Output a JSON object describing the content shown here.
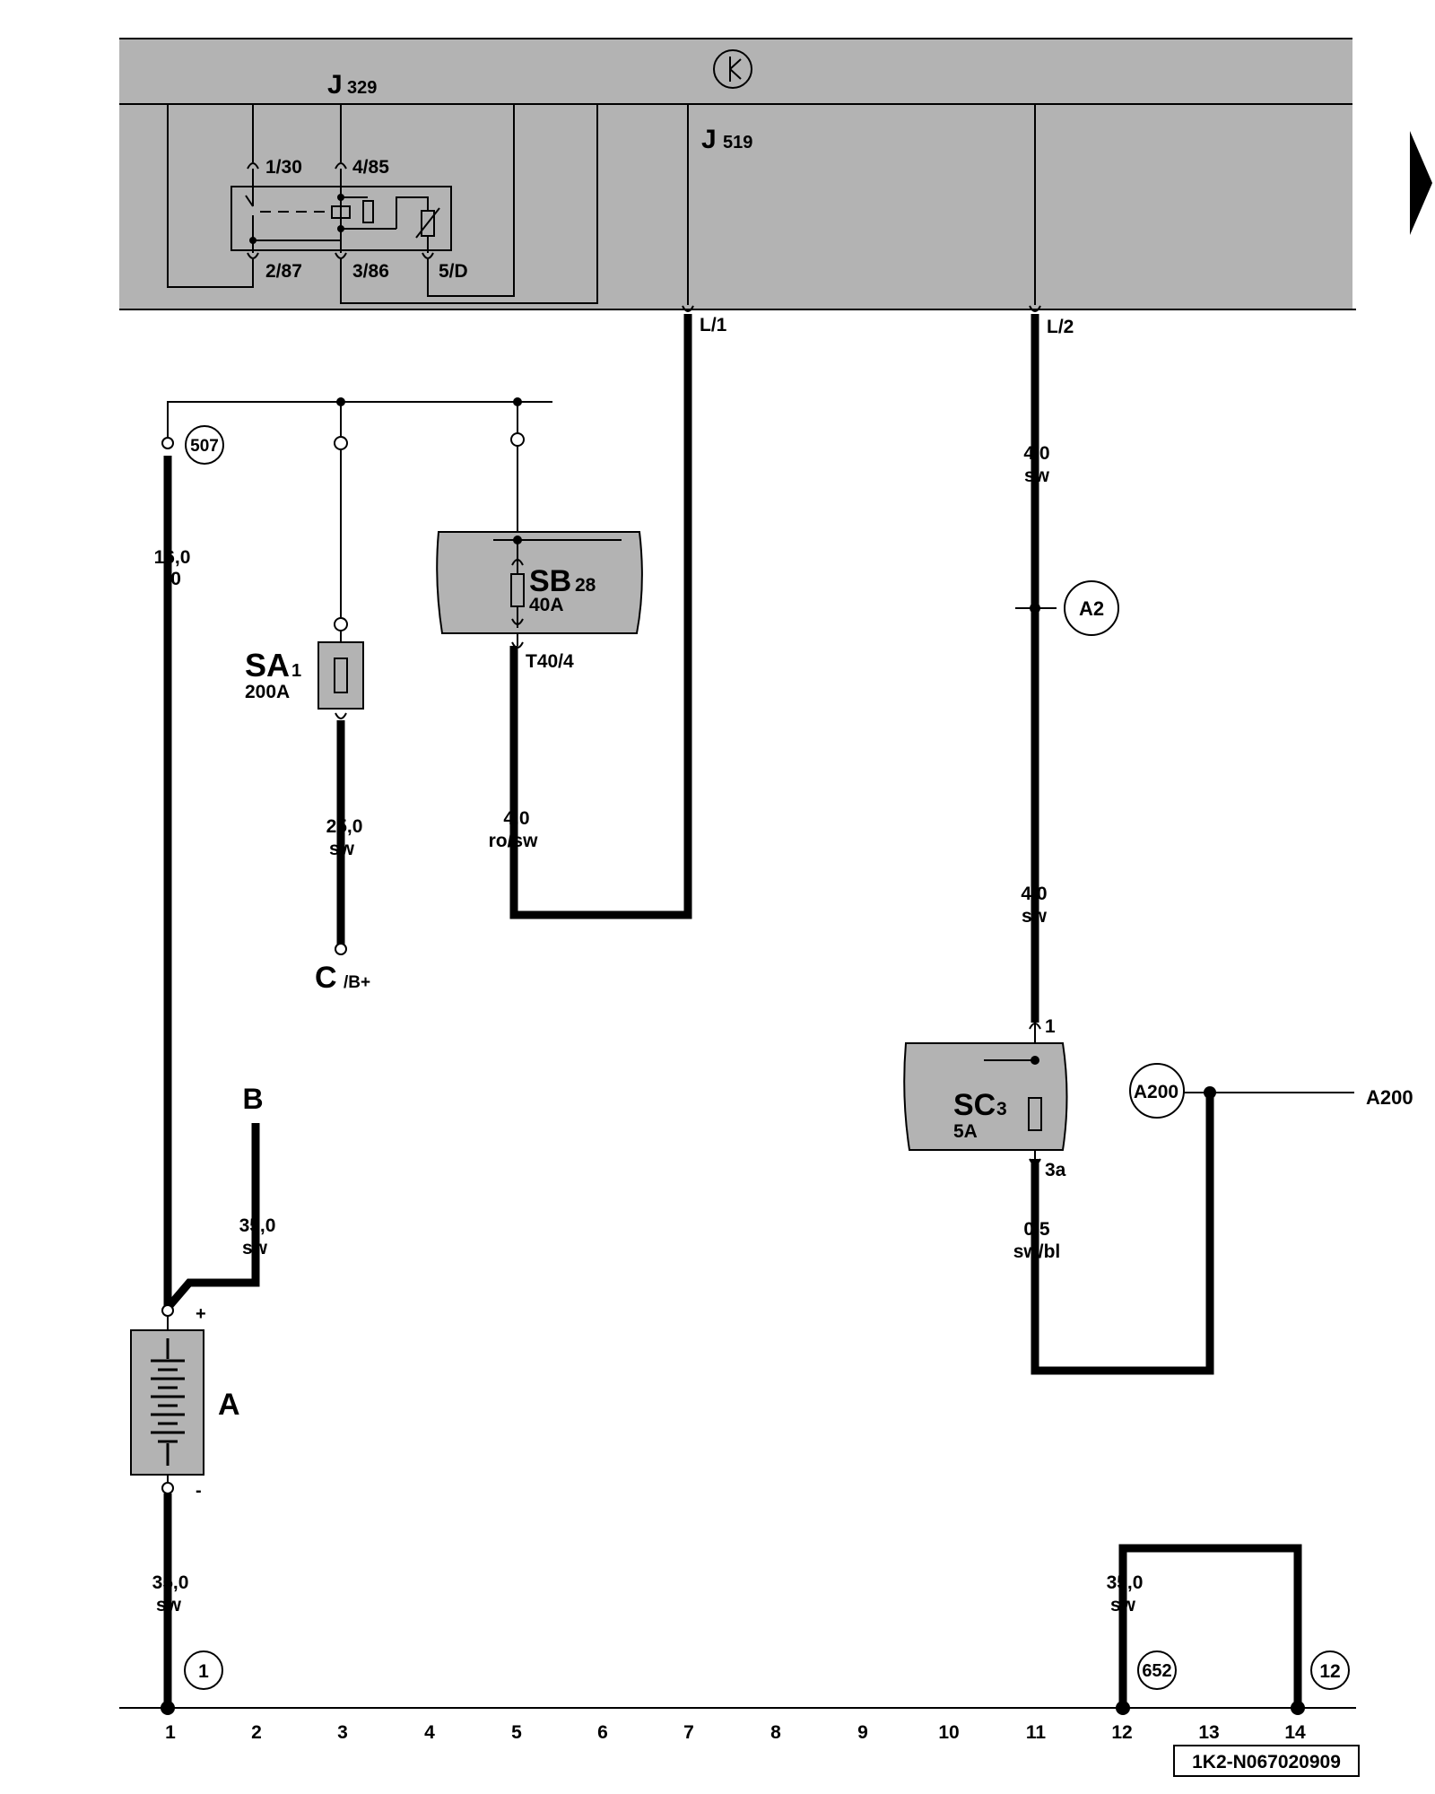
{
  "components": {
    "j329": {
      "name": "J",
      "sub": "329"
    },
    "j519": {
      "name": "J",
      "sub": "519"
    },
    "sa1": {
      "name": "SA",
      "sub": "1",
      "rating": "200A"
    },
    "sb28": {
      "name": "SB",
      "sub": "28",
      "rating": "40A"
    },
    "sc3": {
      "name": "SC",
      "sub": "3",
      "rating": "5A"
    },
    "battery": {
      "name": "A",
      "plus": "+",
      "minus": "-"
    },
    "starter_c": {
      "name": "C",
      "sub": "/B+"
    },
    "b": {
      "name": "B"
    }
  },
  "relay_pins": {
    "p130": "1/30",
    "p485": "4/85",
    "p287": "2/87",
    "p386": "3/86",
    "p5d": "5/D"
  },
  "pins": {
    "l1": "L/1",
    "l2": "L/2",
    "t404": "T40/4",
    "sc3_in": "1",
    "sc3_out": "3a"
  },
  "wires": [
    {
      "id": "w1",
      "size": "16,0",
      "color": "r0"
    },
    {
      "id": "w2",
      "size": "25,0",
      "color": "sw"
    },
    {
      "id": "w3",
      "size": "4,0",
      "color": "ro/sw"
    },
    {
      "id": "w4",
      "size": "4,0",
      "color": "sw"
    },
    {
      "id": "w5",
      "size": "4,0",
      "color": "sw"
    },
    {
      "id": "w6",
      "size": "35,0",
      "color": "sw"
    },
    {
      "id": "w7",
      "size": "0,5",
      "color": "sw/bl"
    },
    {
      "id": "w8",
      "size": "35,0",
      "color": "sw"
    },
    {
      "id": "w9",
      "size": "35,0",
      "color": "sw"
    }
  ],
  "connectors": {
    "c507": "507",
    "a2": "A2",
    "a200": "A200",
    "a200_ref": "A200",
    "c1": "1",
    "c652": "652",
    "c12": "12"
  },
  "track_numbers": [
    "1",
    "2",
    "3",
    "4",
    "5",
    "6",
    "7",
    "8",
    "9",
    "10",
    "11",
    "12",
    "13",
    "14"
  ],
  "diagram_id": "1K2-N067020909",
  "colors": {
    "module_fill": "#b3b3b3",
    "wire": "#000000"
  }
}
